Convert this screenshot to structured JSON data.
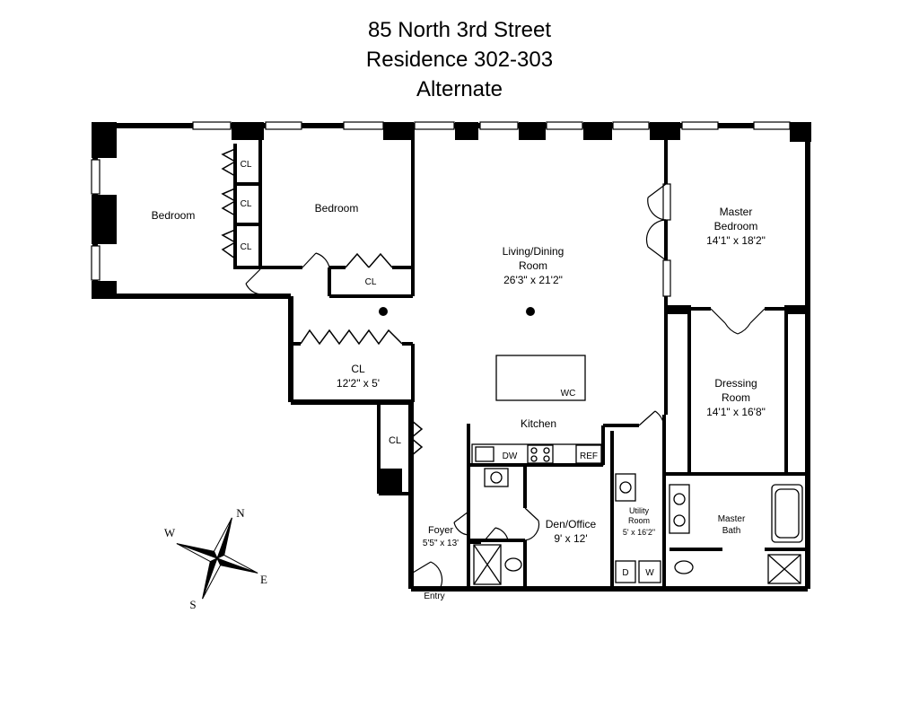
{
  "header": {
    "address": "85 North 3rd Street",
    "residence": "Residence 302-303",
    "variant": "Alternate"
  },
  "rooms": {
    "bedroom_west": "Bedroom",
    "bedroom_middle": "Bedroom",
    "living": {
      "name_line1": "Living/Dining",
      "name_line2": "Room",
      "dims": "26'3\" x 21'2\""
    },
    "master_bedroom": {
      "name_line1": "Master",
      "name_line2": "Bedroom",
      "dims": "14'1\" x 18'2\""
    },
    "dressing": {
      "name_line1": "Dressing",
      "name_line2": "Room",
      "dims": "14'1\" x 16'8\""
    },
    "closet_large": {
      "name": "CL",
      "dims": "12'2\" x 5'"
    },
    "kitchen": "Kitchen",
    "foyer": {
      "name": "Foyer",
      "dims": "5'5\" x 13'"
    },
    "den": {
      "name": "Den/Office",
      "dims": "9' x 12'"
    },
    "utility": {
      "name_line1": "Utility",
      "name_line2": "Room",
      "dims": "5' x 16'2\""
    },
    "master_bath": {
      "name_line1": "Master",
      "name_line2": "Bath"
    },
    "entry": "Entry"
  },
  "labels": {
    "closet": "CL",
    "wc": "WC",
    "dishwasher": "DW",
    "refrigerator": "REF",
    "dryer": "D",
    "washer": "W"
  },
  "compass": {
    "north": "N",
    "south": "S",
    "east": "E",
    "west": "W"
  }
}
